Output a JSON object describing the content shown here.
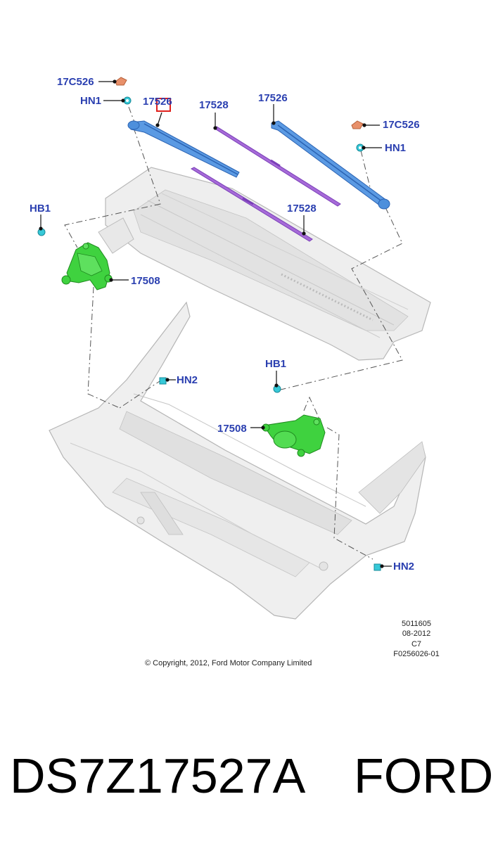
{
  "callouts": {
    "c17c526_left": "17C526",
    "hn1_left": "HN1",
    "c17526_left": "17526",
    "c17528_top": "17528",
    "c17526_right": "17526",
    "c17c526_right": "17C526",
    "hn1_right": "HN1",
    "hb1_left": "HB1",
    "c17528_lower": "17528",
    "c17508_left": "17508",
    "hn2_left": "HN2",
    "hb1_right": "HB1",
    "c17508_right": "17508",
    "hn2_right": "HN2"
  },
  "meta": {
    "line1": "5011605",
    "line2": "08-2012",
    "line3": "C7",
    "line4": "F0256026-01"
  },
  "copyright": "© Copyright, 2012, Ford Motor Company Limited",
  "footer": {
    "part_number": "DS7Z17527A",
    "brand": "FORD"
  },
  "colors": {
    "callout_text": "#2a3fb0",
    "wiper_arm": "#4d8fdc",
    "wiper_blade": "#9a5fd0",
    "motor": "#3fd23f",
    "clip": "#37c9d8",
    "cap": "#e8906a",
    "highlight": "#e0201c"
  }
}
